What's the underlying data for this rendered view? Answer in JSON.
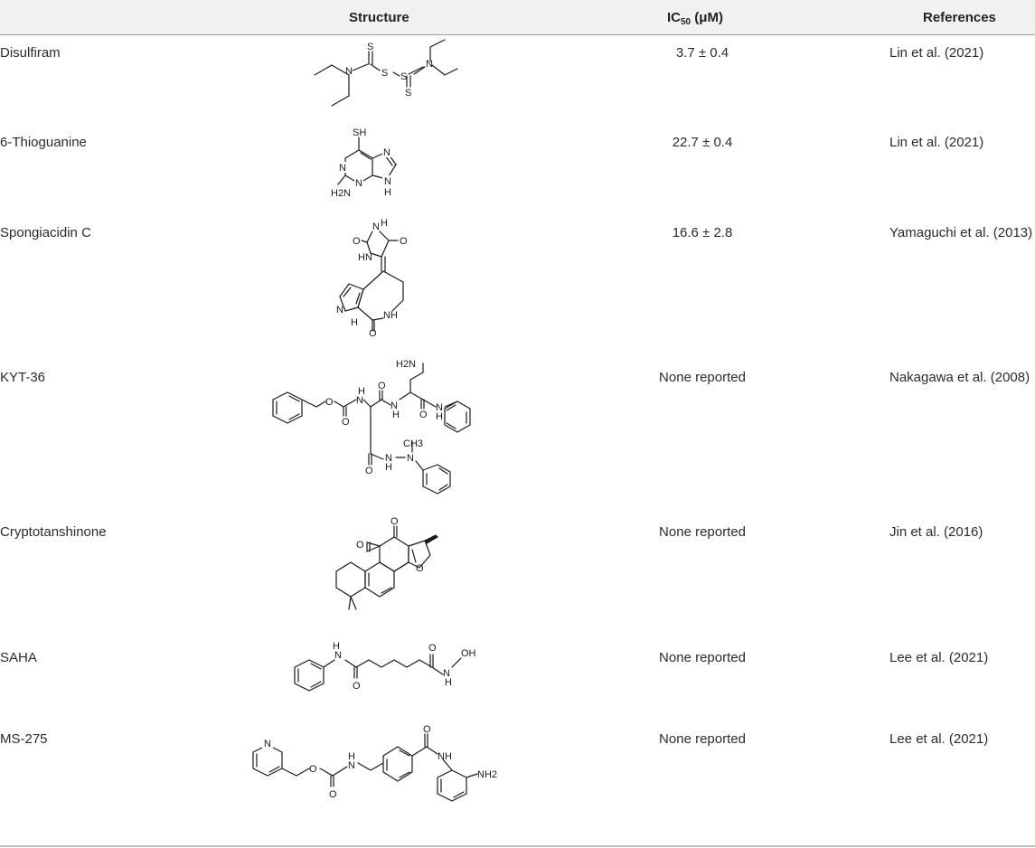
{
  "table": {
    "headers": {
      "structure": "Structure",
      "ic50_prefix": "IC",
      "ic50_sub": "50",
      "ic50_suffix": " (μM)",
      "references": "References"
    },
    "rows": [
      {
        "name": "Disulfiram",
        "ic50": "3.7 ± 0.4",
        "reference": "Lin et al. (2021)"
      },
      {
        "name": "6-Thioguanine",
        "ic50": "22.7 ± 0.4",
        "reference": "Lin et al. (2021)"
      },
      {
        "name": "Spongiacidin C",
        "ic50": "16.6 ± 2.8",
        "reference": "Yamaguchi et al. (2013)"
      },
      {
        "name": "KYT-36",
        "ic50": "None reported",
        "reference": "Nakagawa et al. (2008)"
      },
      {
        "name": "Cryptotanshinone",
        "ic50": "None reported",
        "reference": "Jin et al. (2016)"
      },
      {
        "name": "SAHA",
        "ic50": "None reported",
        "reference": "Lee et al. (2021)"
      },
      {
        "name": "MS-275",
        "ic50": "None reported",
        "reference": "Lee et al. (2021)"
      }
    ]
  },
  "atoms": {
    "S": "S",
    "N": "N",
    "O": "O",
    "H": "H",
    "SH": "SH",
    "NH": "NH",
    "HN": "HN",
    "OH": "OH",
    "H2N": "H2N",
    "NH2": "NH2",
    "CH3": "CH3"
  }
}
